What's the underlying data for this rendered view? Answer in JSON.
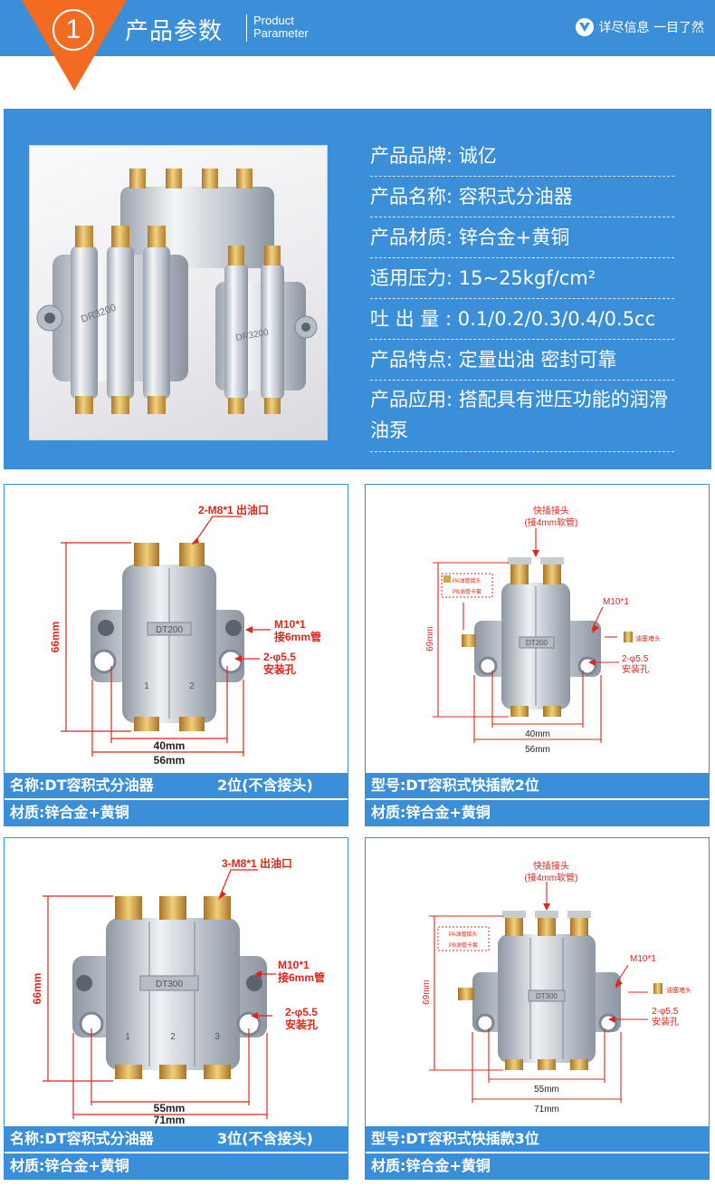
{
  "header": {
    "number": "1",
    "title_cn": "产品参数",
    "title_en_1": "Product",
    "title_en_2": "Parameter",
    "tagline": "详尽信息 一目了然"
  },
  "params": {
    "brand": "产品品牌: 诚亿",
    "name": "产品名称: 容积式分油器",
    "material": "产品材质: 锌合金+黄铜",
    "pressure": "适用压力: 15~25kgf/cm²",
    "output": "吐  出  量 : 0.1/0.2/0.3/0.4/0.5cc",
    "feature": "产品特点: 定量出油 密封可靠",
    "application": "产品应用: 搭配具有泄压功能的润滑油泵"
  },
  "photo": {
    "label_left": "DR3200",
    "label_right": "DR3200"
  },
  "cards": [
    {
      "model": "DT200",
      "outlet_label": "2-M8*1 出油口",
      "inlet_label_1": "M10*1",
      "inlet_label_2": "接6mm管",
      "mount_label_1": "2-φ5.5",
      "mount_label_2": "安装孔",
      "height_label": "66mm",
      "inner_width_label": "40mm",
      "outer_width_label": "56mm",
      "port_1": "1",
      "port_2": "2",
      "bar1_left": "名称:DT容积式分油器",
      "bar1_right": "2位(不含接头)",
      "bar2": "材质:锌合金+黄铜"
    },
    {
      "model": "DT200",
      "quick_label_1": "快插接头",
      "quick_label_2": "(接4mm软管)",
      "pa_label": "PA油管接头",
      "pb_label": "PB油管卡套",
      "inlet_label": "M10*1",
      "plug_label": "油塞堵头",
      "mount_label_1": "2-φ5.5",
      "mount_label_2": "安装孔",
      "height_label": "69mm",
      "inner_width_label": "40mm",
      "outer_width_label": "56mm",
      "bar1_left": "型号:DT容积式快插款2位",
      "bar2": "材质:锌合金+黄铜"
    },
    {
      "model": "DT300",
      "outlet_label": "3-M8*1 出油口",
      "inlet_label_1": "M10*1",
      "inlet_label_2": "接6mm管",
      "mount_label_1": "2-φ5.5",
      "mount_label_2": "安装孔",
      "height_label": "66mm",
      "inner_width_label": "55mm",
      "outer_width_label": "71mm",
      "port_1": "1",
      "port_2": "2",
      "port_3": "3",
      "bar1_left": "名称:DT容积式分油器",
      "bar1_right": "3位(不含接头)",
      "bar2": "材质:锌合金+黄铜"
    },
    {
      "model": "DT300",
      "quick_label_1": "快插接头",
      "quick_label_2": "(接4mm软管)",
      "pa_label": "PA油管接头",
      "pb_label": "PB油管卡套",
      "inlet_label": "M10*1",
      "plug_label": "油塞堵头",
      "mount_label_1": "2-φ5.5",
      "mount_label_2": "安装孔",
      "height_label": "69mm",
      "inner_width_label": "55mm",
      "outer_width_label": "71mm",
      "bar1_left": "型号:DT容积式快插款3位",
      "bar2": "材质:锌合金+黄铜"
    }
  ],
  "colors": {
    "blue": "#3b8fd8",
    "orange": "#f36b21",
    "red": "#e1251b",
    "brass": "#d7a64a",
    "steel": "#c4cad3"
  }
}
